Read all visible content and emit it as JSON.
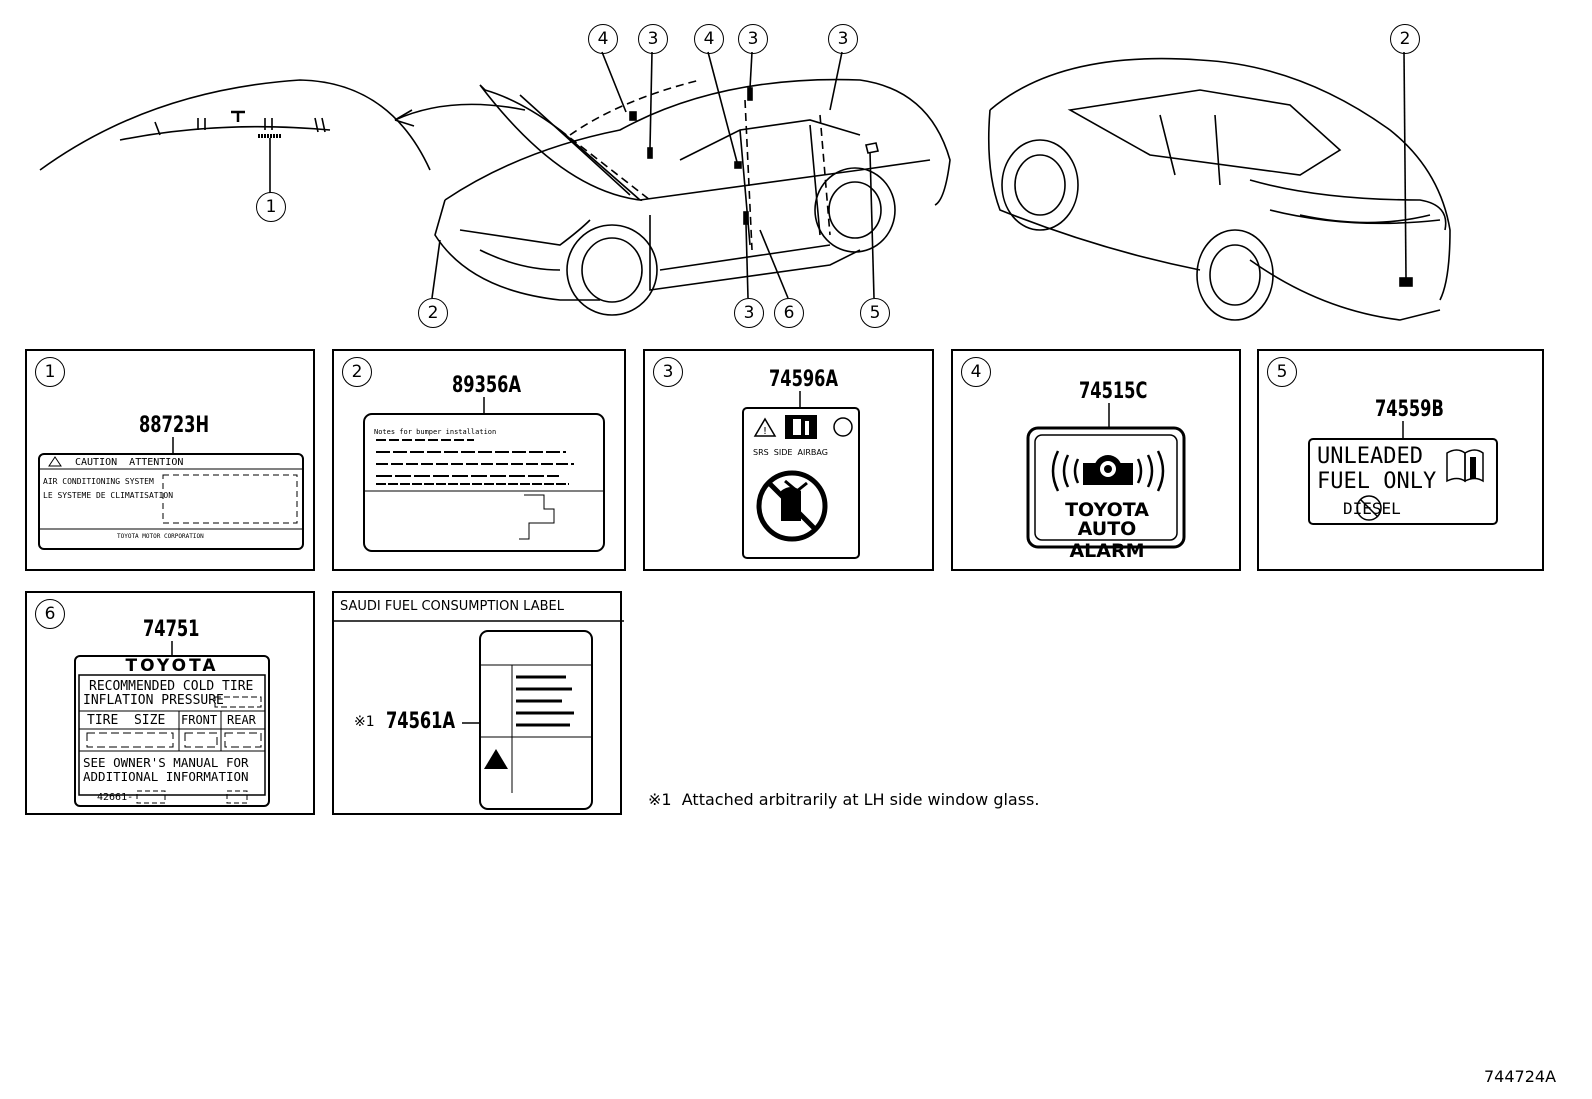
{
  "diagram_id": "744724A",
  "callouts": [
    "1",
    "2",
    "3",
    "4",
    "5",
    "6"
  ],
  "panels": [
    {
      "no": "1",
      "part": "88723H",
      "caution": "CAUTION  ATTENTION",
      "line1": "AIR CONDITIONING SYSTEM",
      "line2": "LE SYSTEME DE CLIMATISATION",
      "maker": "TOYOTA MOTOR CORPORATION"
    },
    {
      "no": "2",
      "part": "89356A",
      "line1": "Notes for bumper installation"
    },
    {
      "no": "3",
      "part": "74596A",
      "airbag": "SRS  SIDE  AIRBAG"
    },
    {
      "no": "4",
      "part": "74515C",
      "brand": "TOYOTA",
      "sub": "AUTO ALARM"
    },
    {
      "no": "5",
      "part": "74559B",
      "line1": "UNLEADED",
      "line2": "FUEL ONLY",
      "line3": "DIESEL"
    },
    {
      "no": "6",
      "part": "74751",
      "brand": "TOYOTA",
      "line1": "RECOMMENDED COLD TIRE",
      "line2": "INFLATION PRESSURE",
      "col1": "TIRE  SIZE",
      "col2": "FRONT",
      "col3": "REAR",
      "foot1": "SEE OWNER'S MANUAL FOR",
      "foot2": "ADDITIONAL INFORMATION",
      "code": "42661-"
    }
  ],
  "saudi": {
    "title": "SAUDI FUEL CONSUMPTION LABEL",
    "note_mark": "※1",
    "part": "74561A"
  },
  "footnote": "※1  Attached arbitrarily at LH side window glass."
}
